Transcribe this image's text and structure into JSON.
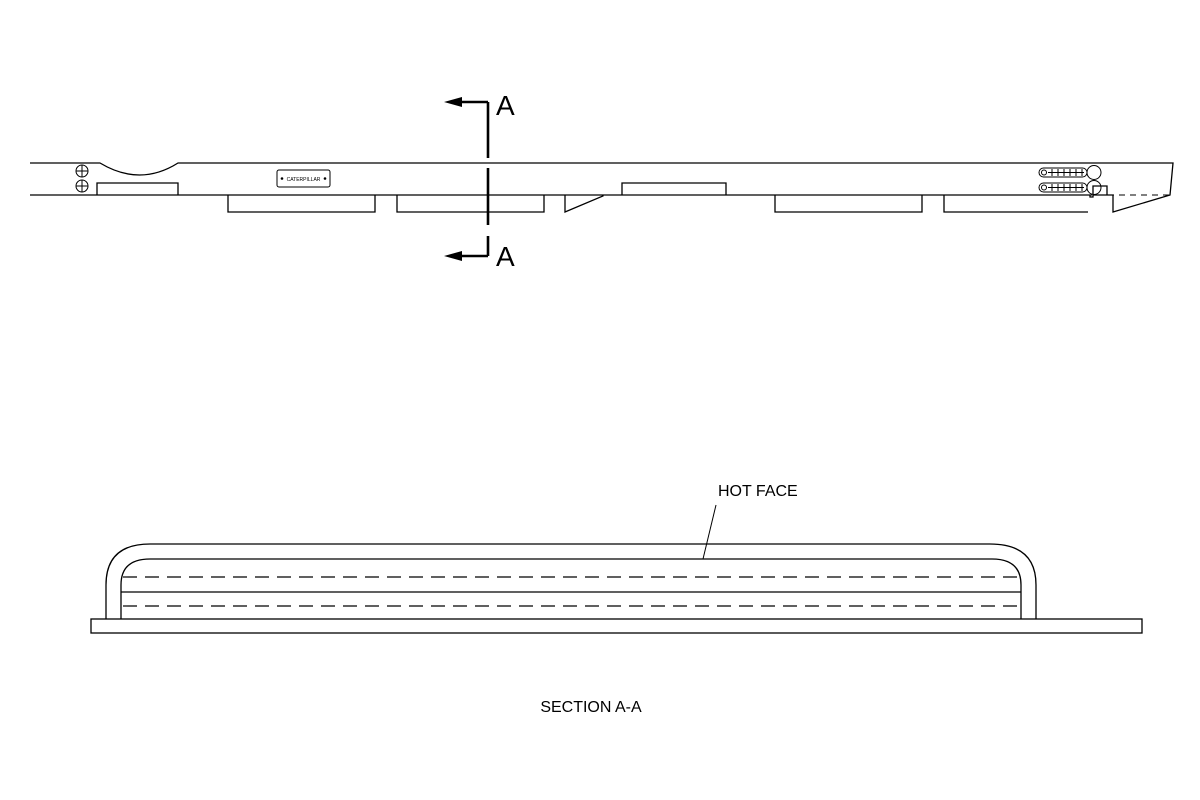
{
  "section_marker_top": "A",
  "section_marker_bottom": "A",
  "nameplate_text": "CATERPILLAR",
  "callout_hot_face": "HOT FACE",
  "section_title": "SECTION A-A"
}
